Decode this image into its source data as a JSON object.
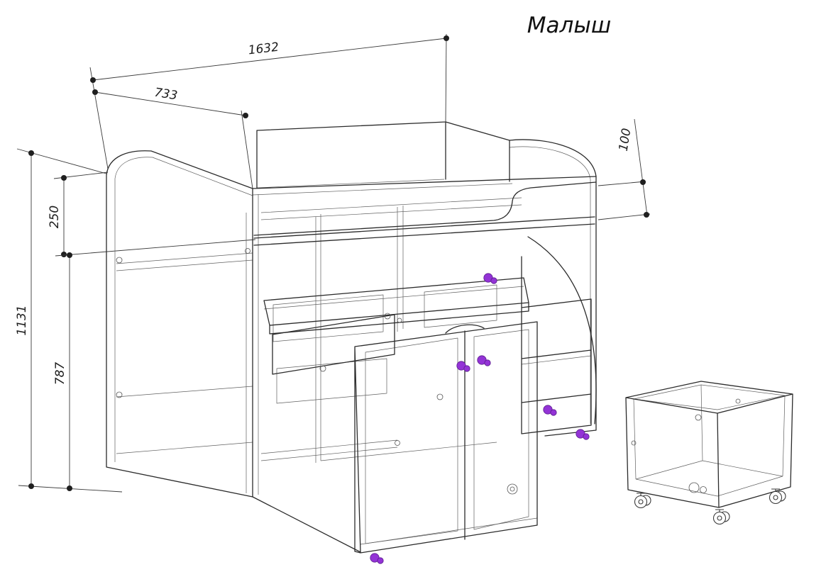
{
  "title": "Малыш",
  "colors": {
    "line": "#2b2b2b",
    "thin_line": "#606060",
    "dimension": "#3a3a3a",
    "accent": "#9333d6",
    "background": "#ffffff"
  },
  "dims": {
    "length": "1632",
    "depth": "733",
    "rail_height": "100",
    "top_offset": "250",
    "overall_height": "1131",
    "clearance_height": "787"
  }
}
